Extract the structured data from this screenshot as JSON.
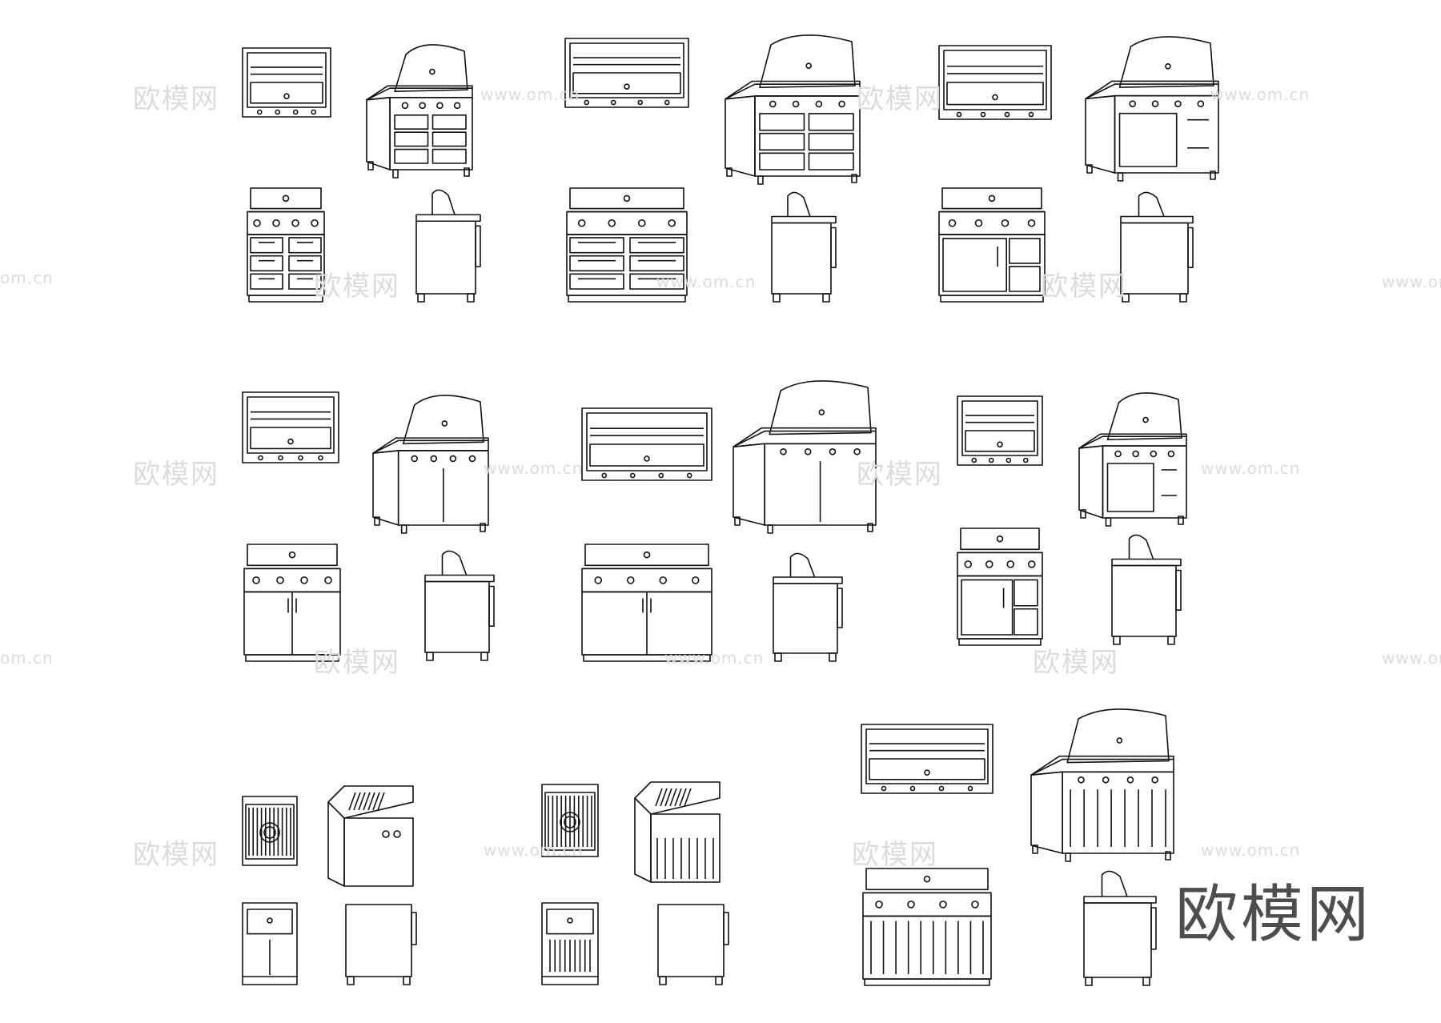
{
  "watermark": {
    "brand": "欧模网",
    "url": "www.om.cn",
    "url_fragment": "om.cn"
  },
  "logo_text": "欧模网",
  "colors": {
    "line": "#111111",
    "background": "#ffffff",
    "watermark": "#dcdcdc",
    "logo": "#4d4d4d"
  }
}
